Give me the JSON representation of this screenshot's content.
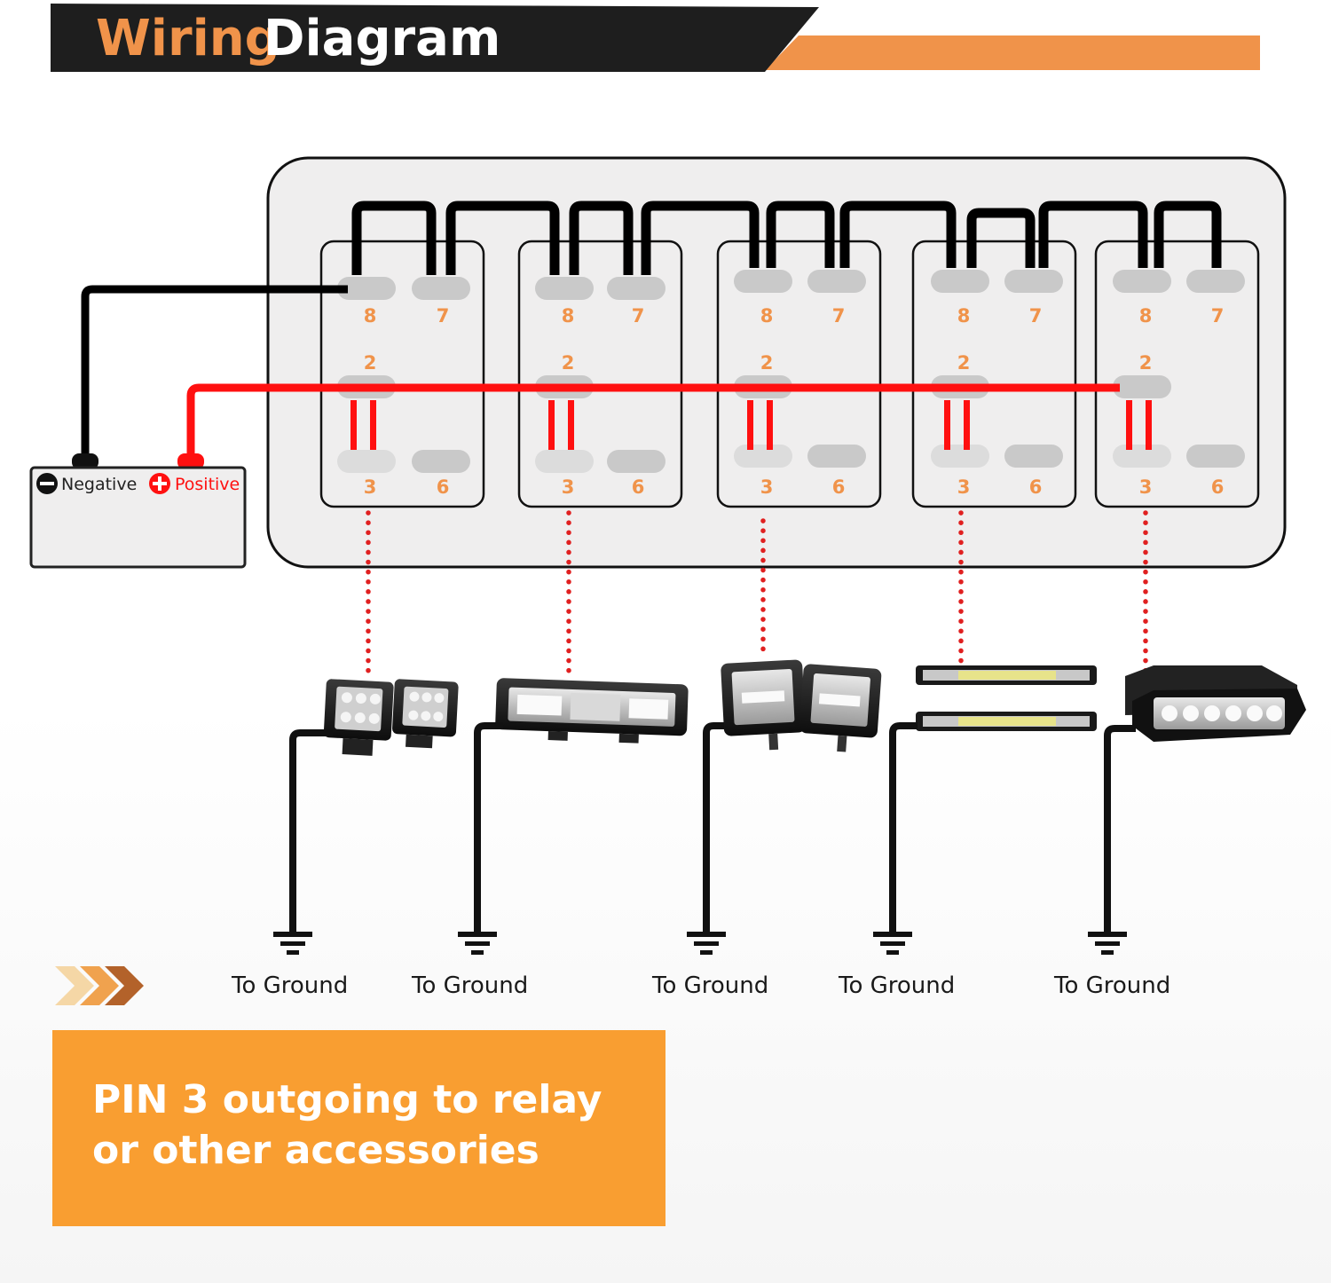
{
  "header": {
    "title_word_1": "Wiring",
    "title_word_2": "Diagram",
    "accent_color": "#f0934a",
    "bar_color": "#1e1e1e"
  },
  "battery": {
    "negative_label": "Negative",
    "positive_label": "Positive"
  },
  "switches": [
    {
      "pins": [
        "8",
        "7",
        "2",
        "3",
        "6"
      ]
    },
    {
      "pins": [
        "8",
        "7",
        "2",
        "3",
        "6"
      ]
    },
    {
      "pins": [
        "8",
        "7",
        "2",
        "3",
        "6"
      ]
    },
    {
      "pins": [
        "8",
        "7",
        "2",
        "3",
        "6"
      ]
    },
    {
      "pins": [
        "8",
        "7",
        "2",
        "3",
        "6"
      ]
    }
  ],
  "lights": [
    {
      "icon": "cube-pod-light-pair-icon"
    },
    {
      "icon": "light-bar-icon"
    },
    {
      "icon": "cube-pod-light-pair-icon"
    },
    {
      "icon": "slim-light-bar-pair-icon"
    },
    {
      "icon": "flush-mount-light-icon"
    }
  ],
  "grounds": [
    {
      "label": "To Ground"
    },
    {
      "label": "To Ground"
    },
    {
      "label": "To Ground"
    },
    {
      "label": "To Ground"
    },
    {
      "label": "To Ground"
    }
  ],
  "note": {
    "text": "PIN 3 outgoing to relay or other accessories",
    "background_color": "#f99e31"
  },
  "wire_colors": {
    "negative": "#000000",
    "positive": "#ff1010",
    "output": "#e02020"
  }
}
